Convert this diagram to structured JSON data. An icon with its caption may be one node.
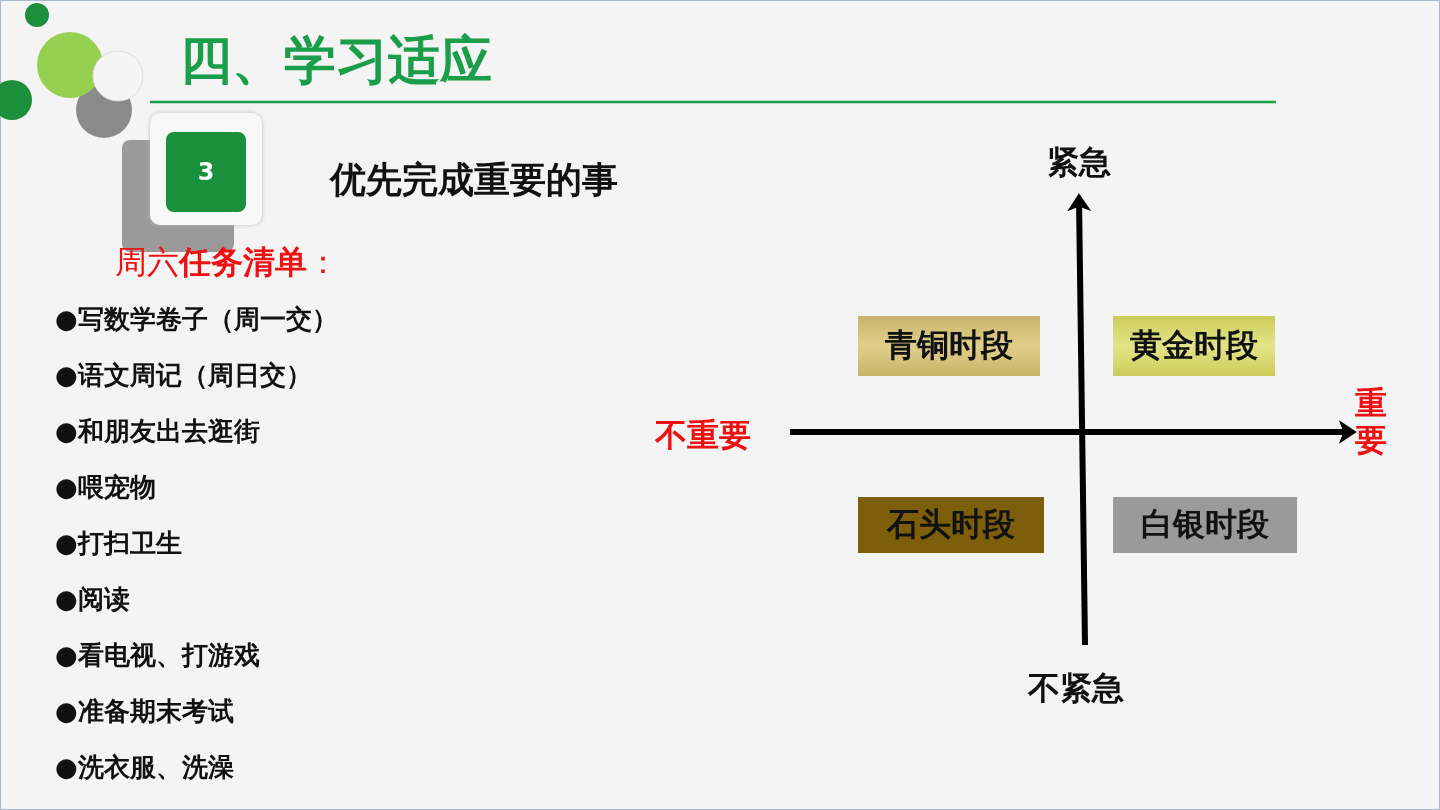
{
  "diagram": {
    "title": "四、学习适应",
    "nodes": [
      {
        "text": [
          "3"
        ]
      },
      {
        "text": [
          "青铜时段"
        ]
      },
      {
        "text": [
          "黄金时段"
        ]
      },
      {
        "text": [
          "石头时段"
        ]
      },
      {
        "text": [
          "白银时段"
        ]
      }
    ],
    "labels": [
      "优先完成重要的事",
      "周六**任务清单**：",
      "●写数学卷子（周一交）",
      "●语文周记（周日交）",
      "●和朋友出去逛街",
      "●喂宠物",
      "●打扫卫生",
      "●阅读",
      "●看电视、打游戏",
      "●准备期末考试",
      "●洗衣服、洗澡",
      "紧急",
      "不紧急",
      "不重要",
      "重要"
    ]
  }
}
